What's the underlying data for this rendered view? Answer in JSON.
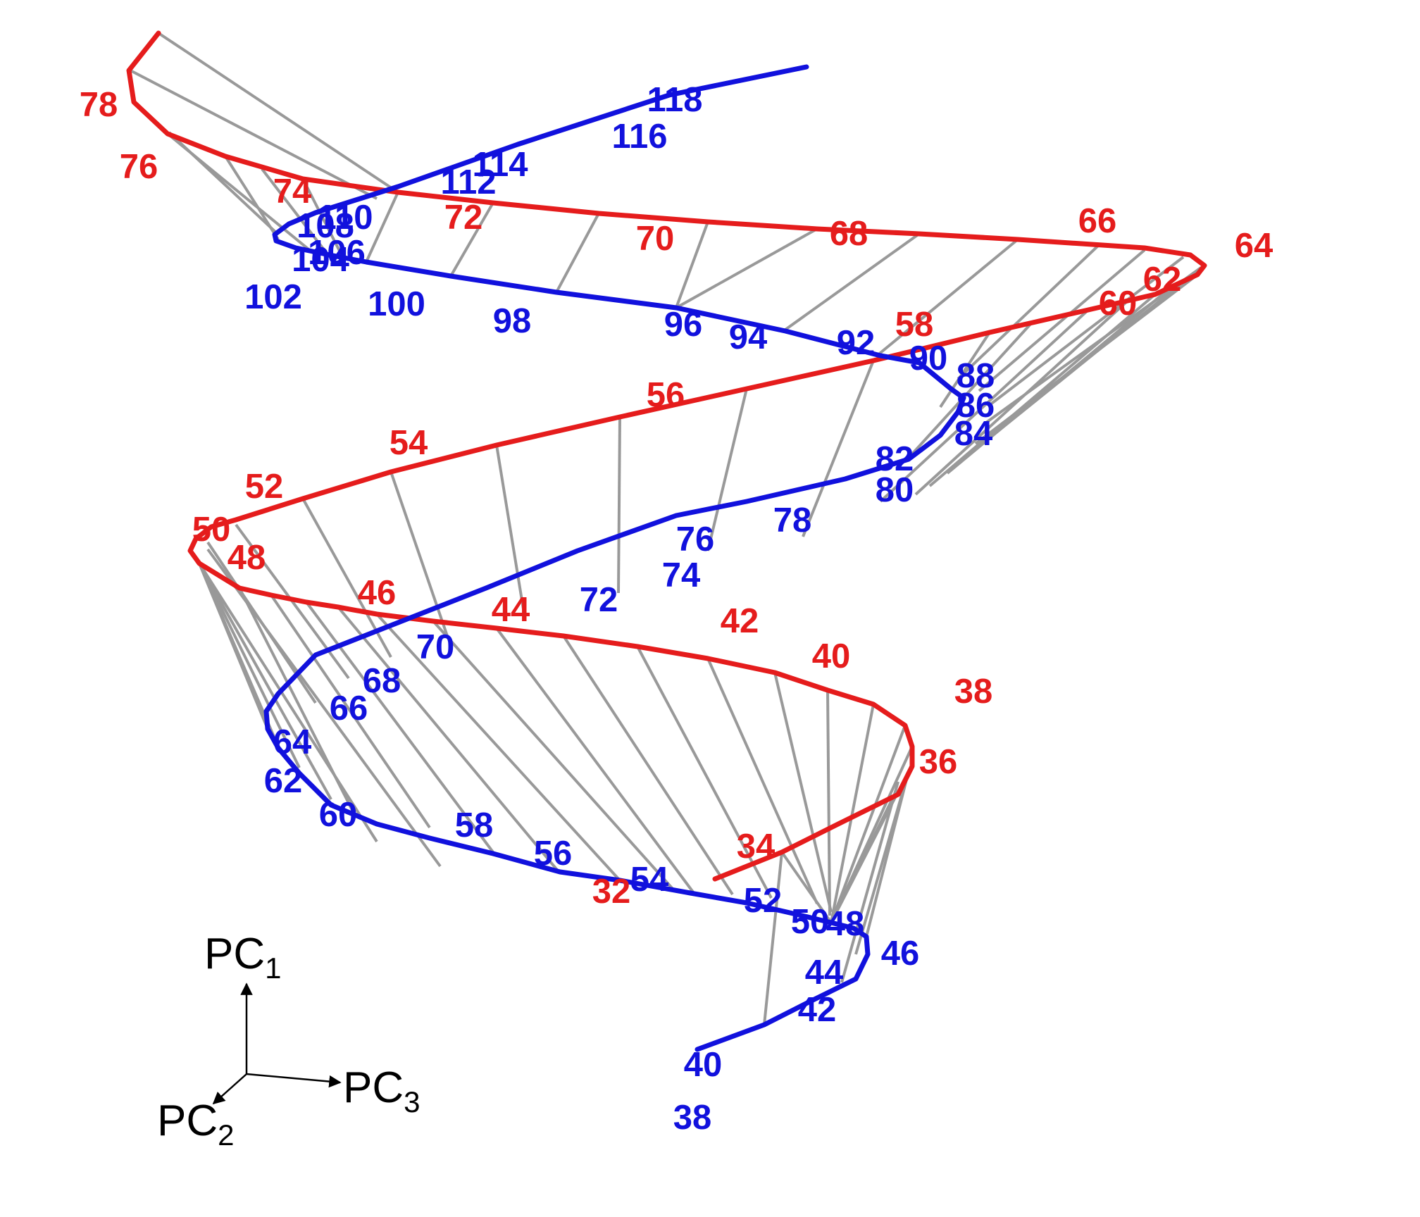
{
  "colors": {
    "red": "#e51c1c",
    "blue": "#1111dd",
    "link": "#999999",
    "axis": "#000000"
  },
  "red_labels": [
    "32",
    "34",
    "36",
    "38",
    "40",
    "42",
    "44",
    "46",
    "48",
    "50",
    "52",
    "54",
    "56",
    "58",
    "60",
    "62",
    "64",
    "66",
    "68",
    "70",
    "72",
    "74",
    "76",
    "78"
  ],
  "blue_labels": [
    "38",
    "40",
    "42",
    "44",
    "46",
    "48",
    "50",
    "52",
    "54",
    "56",
    "58",
    "60",
    "62",
    "64",
    "66",
    "68",
    "70",
    "72",
    "74",
    "76",
    "78",
    "80",
    "82",
    "84",
    "86",
    "88",
    "90",
    "92",
    "94",
    "96",
    "98",
    "100",
    "102",
    "104",
    "106",
    "108",
    "110",
    "112",
    "114",
    "116",
    "118"
  ],
  "axes": {
    "pc1": {
      "base": "PC",
      "sub": "1"
    },
    "pc2": {
      "base": "PC",
      "sub": "2"
    },
    "pc3": {
      "base": "PC",
      "sub": "3"
    }
  }
}
